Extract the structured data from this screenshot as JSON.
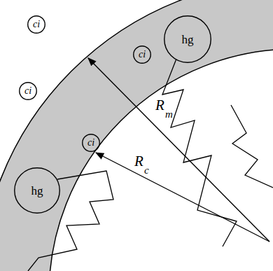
{
  "diagram": {
    "nodes": [
      {
        "text": [
          "ci"
        ]
      },
      {
        "text": [
          "hg"
        ]
      },
      {
        "text": [
          "ci"
        ]
      },
      {
        "text": [
          "ci"
        ]
      },
      {
        "text": [
          "ci"
        ]
      },
      {
        "text": [
          "hg"
        ]
      }
    ],
    "labels": [
      "R",
      "m",
      "R",
      "c"
    ]
  }
}
